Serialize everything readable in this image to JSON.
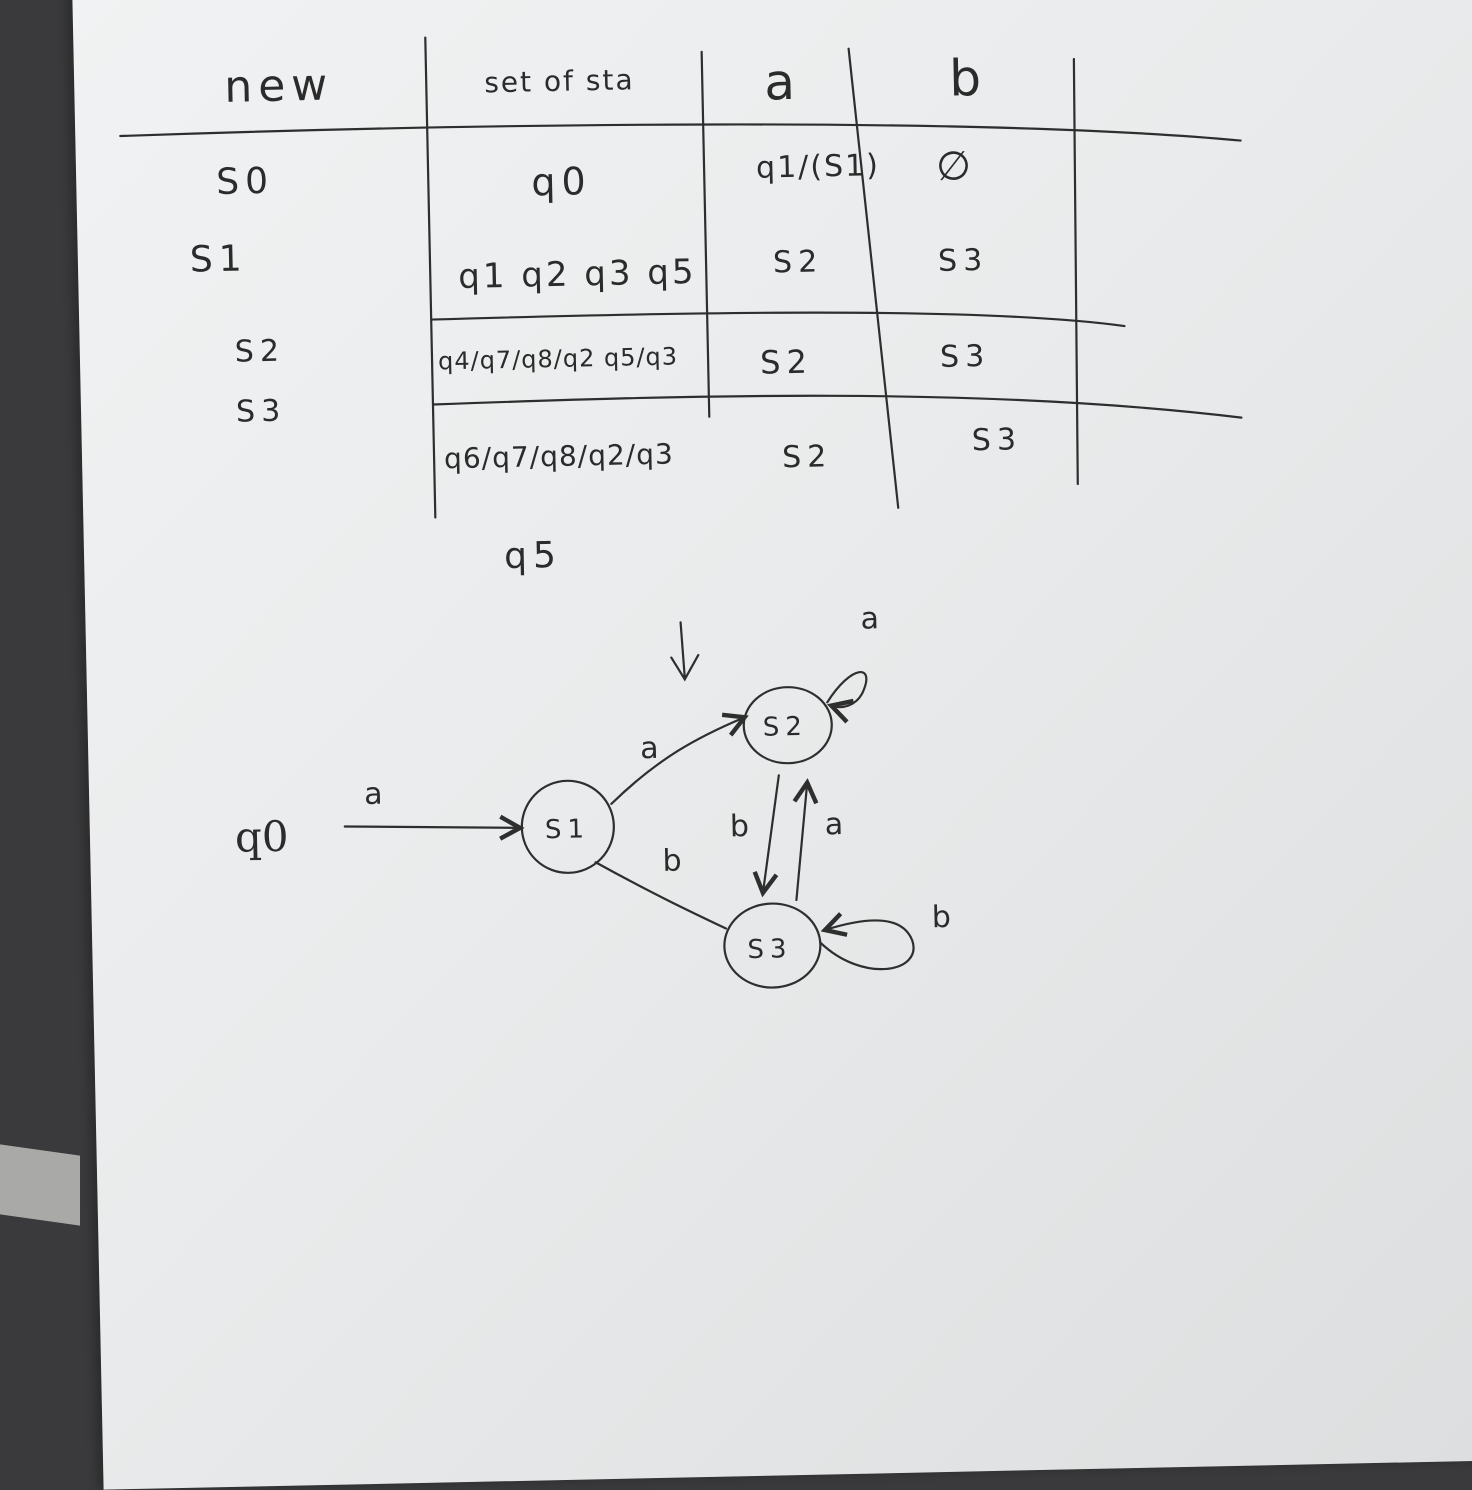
{
  "table": {
    "headers": {
      "new": "new",
      "set_of_states": "set of sta",
      "a": "a",
      "b": "b"
    },
    "rows": [
      {
        "new": "S0",
        "set": "q0",
        "a": "q1/(S1)",
        "b": "∅"
      },
      {
        "new": "S1",
        "set": "q1 q2 q3 q5",
        "a": "S2",
        "b": "S3"
      },
      {
        "new": "S2",
        "set": "q4/q7/q8/q2 q5/q3",
        "a": "S2",
        "b": "S3"
      },
      {
        "new": "S3",
        "set": "q6/q7/q8/q2/q3",
        "a": "S2",
        "b": "S3"
      }
    ],
    "overflow": "q5"
  },
  "diagram": {
    "start_state": "q0",
    "states": {
      "s1": "S1",
      "s2": "S2",
      "s3": "S3"
    },
    "edges": {
      "q0_s1": "a",
      "s1_s2": "a",
      "s1_s3": "b",
      "s2_s3": "b",
      "s3_s2": "a",
      "s2_loop": "a",
      "s3_loop": "b"
    }
  }
}
